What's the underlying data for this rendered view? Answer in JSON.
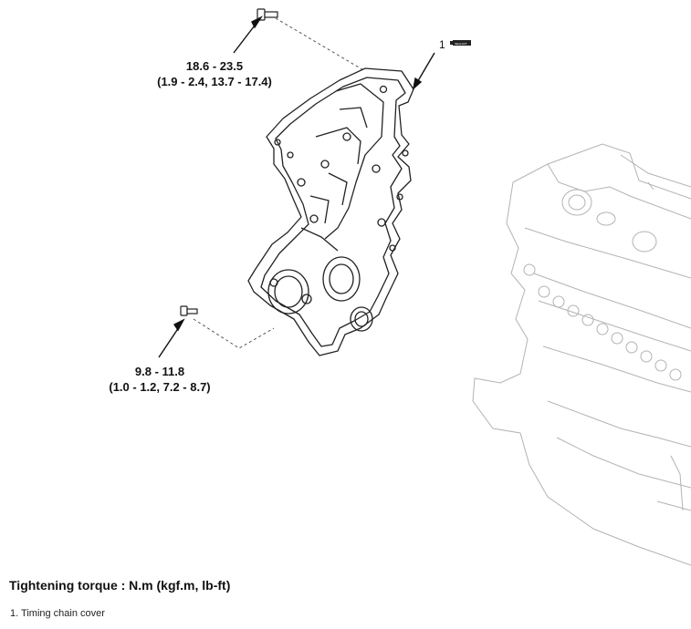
{
  "diagram": {
    "upper_torque": {
      "line1": "18.6 - 23.5",
      "line2": "(1.9 - 2.4, 13.7 - 17.4)"
    },
    "lower_torque": {
      "line1": "9.8 - 11.8",
      "line2": "(1.0 - 1.2, 7.2 - 8.7)"
    },
    "part_number": "1",
    "sealant_label": "SEALANT"
  },
  "footer": {
    "heading": "Tightening torque : N.m (kgf.m, lb-ft)",
    "legend_items": [
      "1. Timing chain cover"
    ]
  }
}
